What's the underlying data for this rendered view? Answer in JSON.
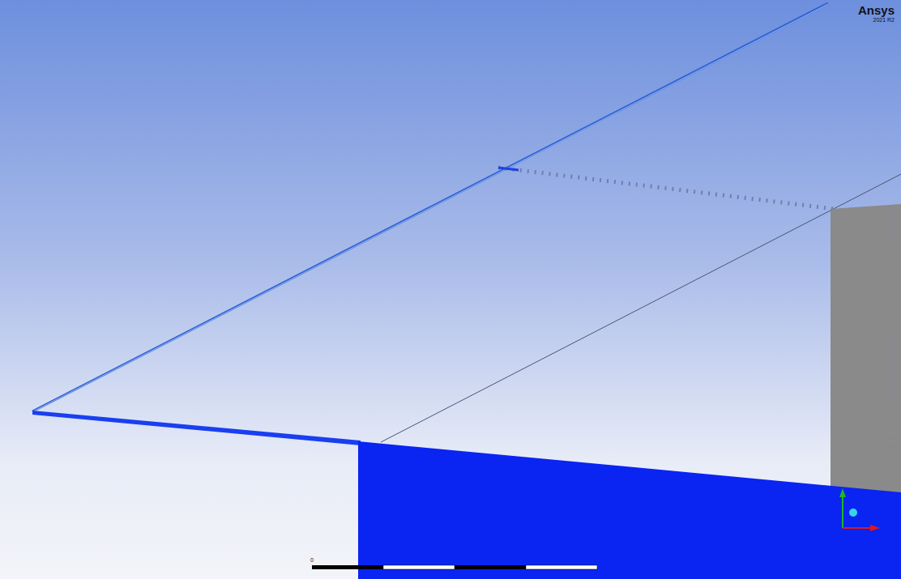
{
  "diagram": {
    "labels": [
      "Ansys",
      "2021 R2",
      "0"
    ]
  }
}
